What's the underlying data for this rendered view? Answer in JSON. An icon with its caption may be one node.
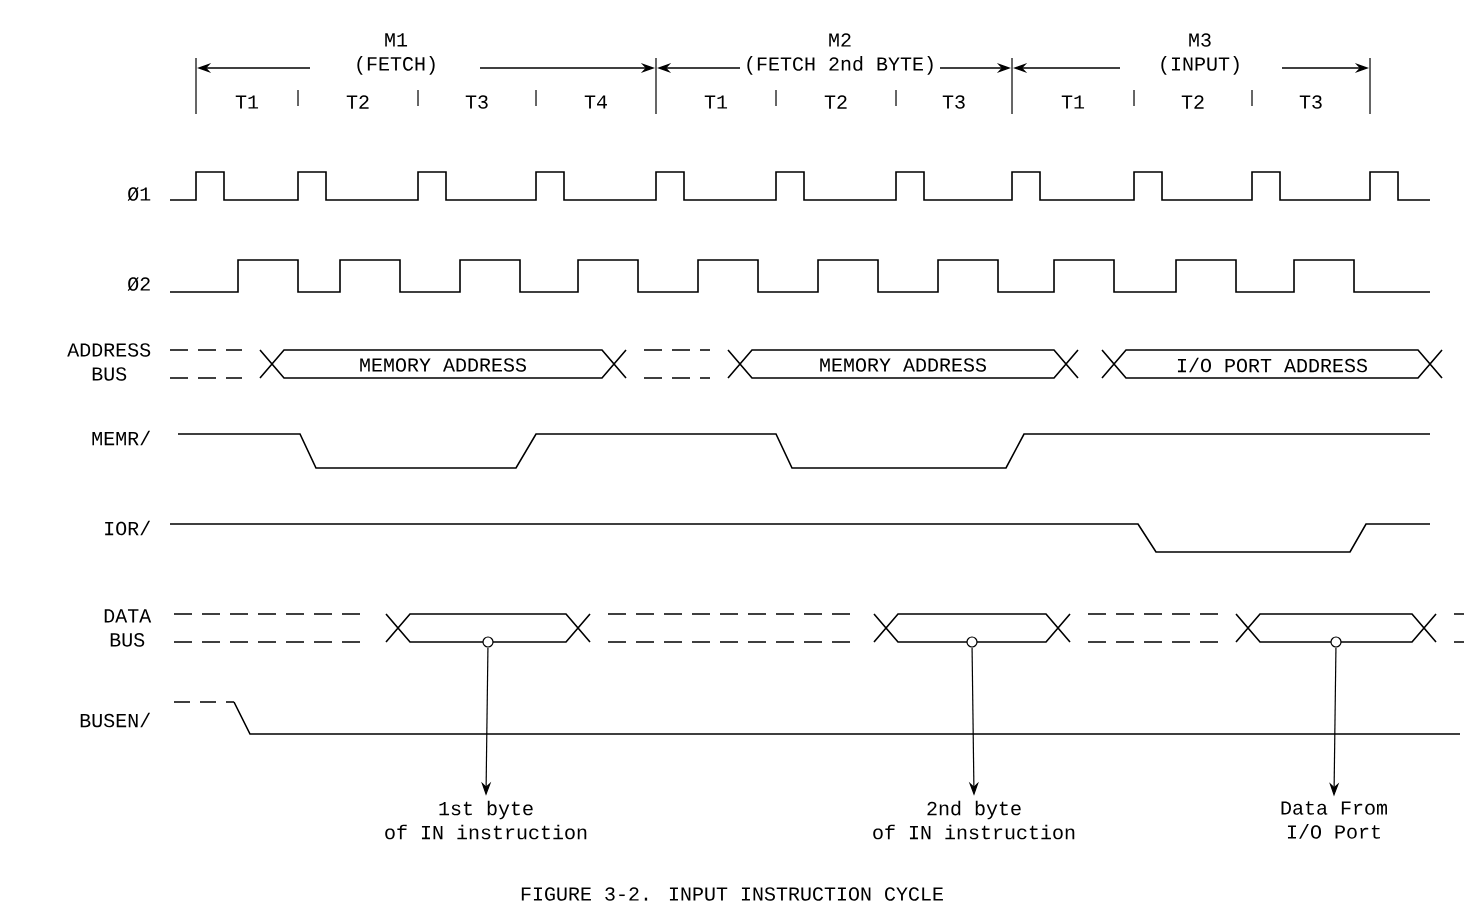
{
  "diagram": {
    "caption": "FIGURE 3-2. INPUT INSTRUCTION CYCLE",
    "nodes": [
      {
        "text": [
          "MEMORY ADDRESS"
        ]
      },
      {
        "text": [
          "MEMORY ADDRESS"
        ]
      },
      {
        "text": [
          "I/O PORT ADDRESS"
        ]
      },
      {
        "text": [],
        "shape": "hexagon"
      },
      {
        "text": [],
        "shape": "hexagon"
      },
      {
        "text": [],
        "shape": "hexagon"
      },
      {
        "text": [
          "1st byte of IN instruction"
        ]
      },
      {
        "text": [
          "2nd byte of IN instruction"
        ]
      },
      {
        "text": [
          "Data From I/O Port"
        ]
      }
    ],
    "edges": [
      {
        "from": 3,
        "to": 6,
        "arrow": "to"
      },
      {
        "from": 4,
        "to": 7,
        "arrow": "to"
      },
      {
        "from": 5,
        "to": 8,
        "arrow": "to"
      }
    ],
    "labels": [
      "M1 (FETCH)",
      "M2 (FETCH 2nd BYTE)",
      "M3 (INPUT)",
      "T1",
      "T2",
      "T3",
      "T4",
      "T1",
      "T2",
      "T3",
      "T1",
      "T2",
      "T3",
      "Ø1",
      "Ø2",
      "ADDRESS BUS",
      "MEMR/",
      "IOR/",
      "DATA BUS",
      "BUSEN/"
    ]
  }
}
